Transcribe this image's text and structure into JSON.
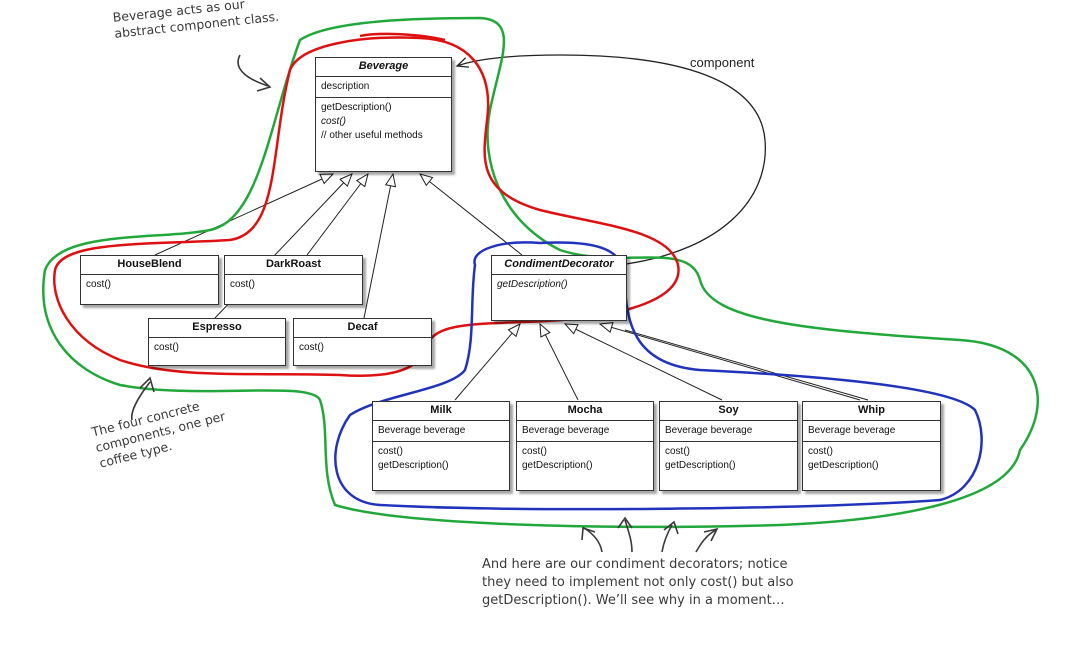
{
  "classes": {
    "beverage": {
      "name": "Beverage",
      "attrs": [
        "description"
      ],
      "methods": [
        "getDescription()",
        "cost()",
        "// other useful methods"
      ]
    },
    "houseblend": {
      "name": "HouseBlend",
      "methods": [
        "cost()"
      ]
    },
    "darkroast": {
      "name": "DarkRoast",
      "methods": [
        "cost()"
      ]
    },
    "espresso": {
      "name": "Espresso",
      "methods": [
        "cost()"
      ]
    },
    "decaf": {
      "name": "Decaf",
      "methods": [
        "cost()"
      ]
    },
    "condimentdecorator": {
      "name": "CondimentDecorator",
      "methods": [
        "getDescription()"
      ]
    },
    "milk": {
      "name": "Milk",
      "attrs": [
        "Beverage beverage"
      ],
      "methods": [
        "cost()",
        "getDescription()"
      ]
    },
    "mocha": {
      "name": "Mocha",
      "attrs": [
        "Beverage beverage"
      ],
      "methods": [
        "cost()",
        "getDescription()"
      ]
    },
    "soy": {
      "name": "Soy",
      "attrs": [
        "Beverage beverage"
      ],
      "methods": [
        "cost()",
        "getDescription()"
      ]
    },
    "whip": {
      "name": "Whip",
      "attrs": [
        "Beverage beverage"
      ],
      "methods": [
        "cost()",
        "getDescription()"
      ]
    }
  },
  "labels": {
    "component": "component"
  },
  "notes": {
    "abstract": [
      "Beverage acts as our",
      "abstract component class."
    ],
    "concrete": [
      "The four concrete",
      "components, one per",
      "coffee type."
    ],
    "decorators": [
      "And here are our condiment decorators; notice",
      "they need to implement not only cost() but also",
      "getDescription(). We’ll see why in a moment…"
    ]
  },
  "colors": {
    "red_outline": "#dd1111",
    "green_outline": "#22a83a",
    "blue_outline": "#2233bb",
    "annotation": "#3a3a3a"
  }
}
